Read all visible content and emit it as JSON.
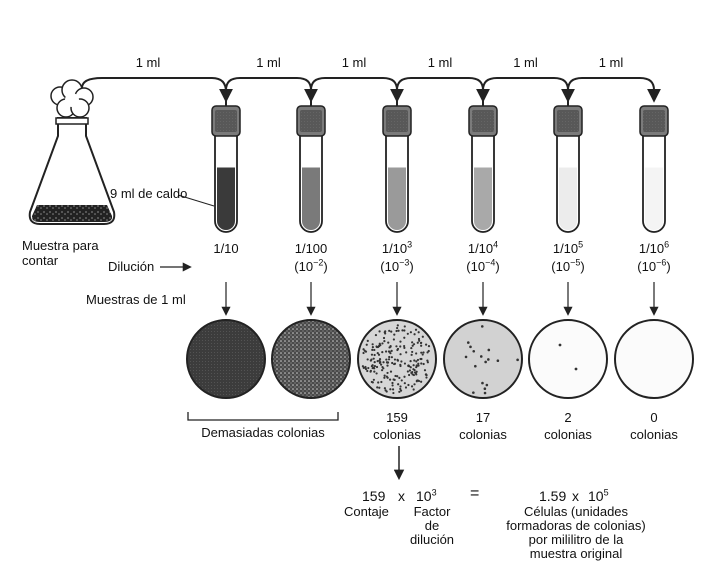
{
  "transfer_label": "1 ml",
  "flask_label": [
    "Muestra para",
    "contar"
  ],
  "broth_label": "9 ml de caldo",
  "dilucion_label": "Dilución",
  "samples_label": "Muestras de 1 ml",
  "tubes": [
    {
      "dilution": "1/10",
      "sup": "",
      "power": "",
      "fill_level": 0.62,
      "shade": "#3a3a3a"
    },
    {
      "dilution": "1/100",
      "sup": "",
      "power": "(10",
      "power_sup": "−2",
      "fill_level": 0.62,
      "shade": "#7a7a7a"
    },
    {
      "dilution": "1/10",
      "sup": "3",
      "power": "(10",
      "power_sup": "−3",
      "fill_level": 0.62,
      "shade": "#9a9a9a"
    },
    {
      "dilution": "1/10",
      "sup": "4",
      "power": "(10",
      "power_sup": "−4",
      "fill_level": 0.62,
      "shade": "#a9a9a9"
    },
    {
      "dilution": "1/10",
      "sup": "5",
      "power": "(10",
      "power_sup": "−5",
      "fill_level": 0.62,
      "shade": "#ececec"
    },
    {
      "dilution": "1/10",
      "sup": "6",
      "power": "(10",
      "power_sup": "−6",
      "fill_level": 0.62,
      "shade": "#f4f4f4"
    }
  ],
  "plates": [
    {
      "count": "",
      "unit": "",
      "style": "dense"
    },
    {
      "count": "",
      "unit": "",
      "style": "speckled"
    },
    {
      "count": "159",
      "unit": "colonias",
      "style": "many"
    },
    {
      "count": "17",
      "unit": "colonias",
      "style": "few"
    },
    {
      "count": "2",
      "unit": "colonias",
      "style": "two"
    },
    {
      "count": "0",
      "unit": "colonias",
      "style": "none"
    }
  ],
  "too_many_label": "Demasiadas colonias",
  "calc": {
    "count": "159",
    "times": "x",
    "base": "10",
    "exp": "3",
    "equals": "=",
    "result": "1.59",
    "result_times": "x",
    "result_base": "10",
    "result_exp": "5",
    "count_label": "Contaje",
    "factor_label": [
      "Factor",
      "de",
      "dilución"
    ],
    "result_label": [
      "Células (unidades",
      "formadoras de colonias)",
      "por mililitro de la",
      "muestra original"
    ]
  }
}
